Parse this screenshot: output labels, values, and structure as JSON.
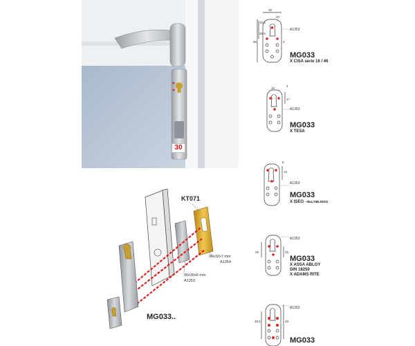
{
  "photo_tag": "30",
  "plates": [
    {
      "title": "MG033",
      "subtitle": "X CISA serie 16 / 46",
      "subtitle2": "",
      "subtitle3": "",
      "ref": "A1353",
      "dims": [
        "30",
        "16.5",
        "20",
        "28.5",
        "96",
        "4"
      ]
    },
    {
      "title": "MG033",
      "subtitle": "X TESA",
      "subtitle2": "",
      "subtitle3": "",
      "ref": "A1353",
      "dims": [
        "10",
        "4",
        "17"
      ]
    },
    {
      "title": "MG033",
      "subtitle": "X ISEO",
      "subtitle_extra": "- MULTIBLINDO",
      "subtitle2": "",
      "subtitle3": "",
      "ref": "A1353",
      "dims": [
        "8",
        "19"
      ]
    },
    {
      "title": "MG033",
      "subtitle": "X ASSA ABLOY",
      "subtitle2": "DIN 18250",
      "subtitle3": "X ADAMS RITE",
      "ref": "A1353",
      "dims": [
        "26",
        "15"
      ]
    },
    {
      "title": "MG033",
      "subtitle": "",
      "subtitle2": "",
      "subtitle3": "",
      "ref": "A1353",
      "dims": [
        "48.5",
        "49"
      ]
    }
  ],
  "exploded": {
    "kit_label": "KT071",
    "label_gold": "90x32x7 mm",
    "ref_gold": "A1354",
    "label_silver": "90x30x6 mm",
    "ref_silver": "A1353",
    "caption": "MG033.."
  },
  "colors": {
    "red": "#d22",
    "gold": "#d9a520",
    "steel": "#b9bcc0"
  }
}
